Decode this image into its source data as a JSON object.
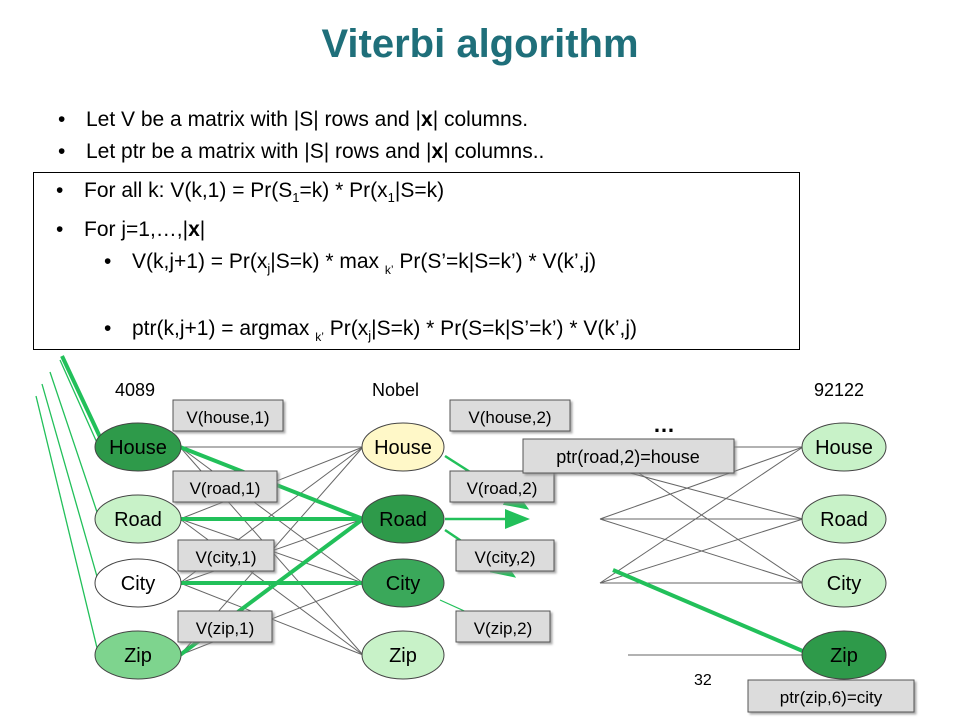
{
  "title": "Viterbi algorithm",
  "bullets": {
    "line1_a": "Let V be a matrix with |S| rows and |",
    "line1_b": "x",
    "line1_c": "| columns.",
    "line2_a": "Let ptr be a matrix with |S| rows and |",
    "line2_b": "x",
    "line2_c": "| columns..",
    "line3_a": "For all k: V(k,1) = Pr(S",
    "line3_s1": "1",
    "line3_b": "=k) * Pr(x",
    "line3_s2": "1",
    "line3_c": "|S=k)",
    "line4_a": "For j=1,…,|",
    "line4_b": "x",
    "line4_c": "|",
    "line5_a": "V(k,j+1) = Pr(x",
    "line5_s1": "j",
    "line5_b": "|S=k) * max ",
    "line5_k": "k’",
    "line5_c": " Pr(S’=k|S=k’) * V(k’,j)",
    "line6_a": "ptr(k,j+1) = argmax ",
    "line6_k": "k’",
    "line6_b": " Pr(x",
    "line6_s1": "j",
    "line6_c": "|S=k) *  Pr(S=k|S’=k’) * V(k’,j)"
  },
  "columns": {
    "col1": "4089",
    "col2": "Nobel",
    "col3": "92122",
    "ellipsis": "…"
  },
  "states": {
    "house": "House",
    "road": "Road",
    "city": "City",
    "zip": "Zip"
  },
  "vlabels": {
    "house1": "V(house,1)",
    "road1": "V(road,1)",
    "city1": "V(city,1)",
    "zip1": "V(zip,1)",
    "house2": "V(house,2)",
    "road2": "V(road,2)",
    "city2": "V(city,2)",
    "zip2": "V(zip,2)"
  },
  "ptr_labels": {
    "road2": "ptr(road,2)=house",
    "zip6": "ptr(zip,6)=city"
  },
  "slide_number": "32",
  "colors": {
    "title": "#1f6f7a",
    "dark_green": "#2e9a4a",
    "light_green": "#c8f2c8",
    "light_yellow": "#fff8c8",
    "edge_green": "#22c05a",
    "label_gray": "#dcdcdc"
  }
}
